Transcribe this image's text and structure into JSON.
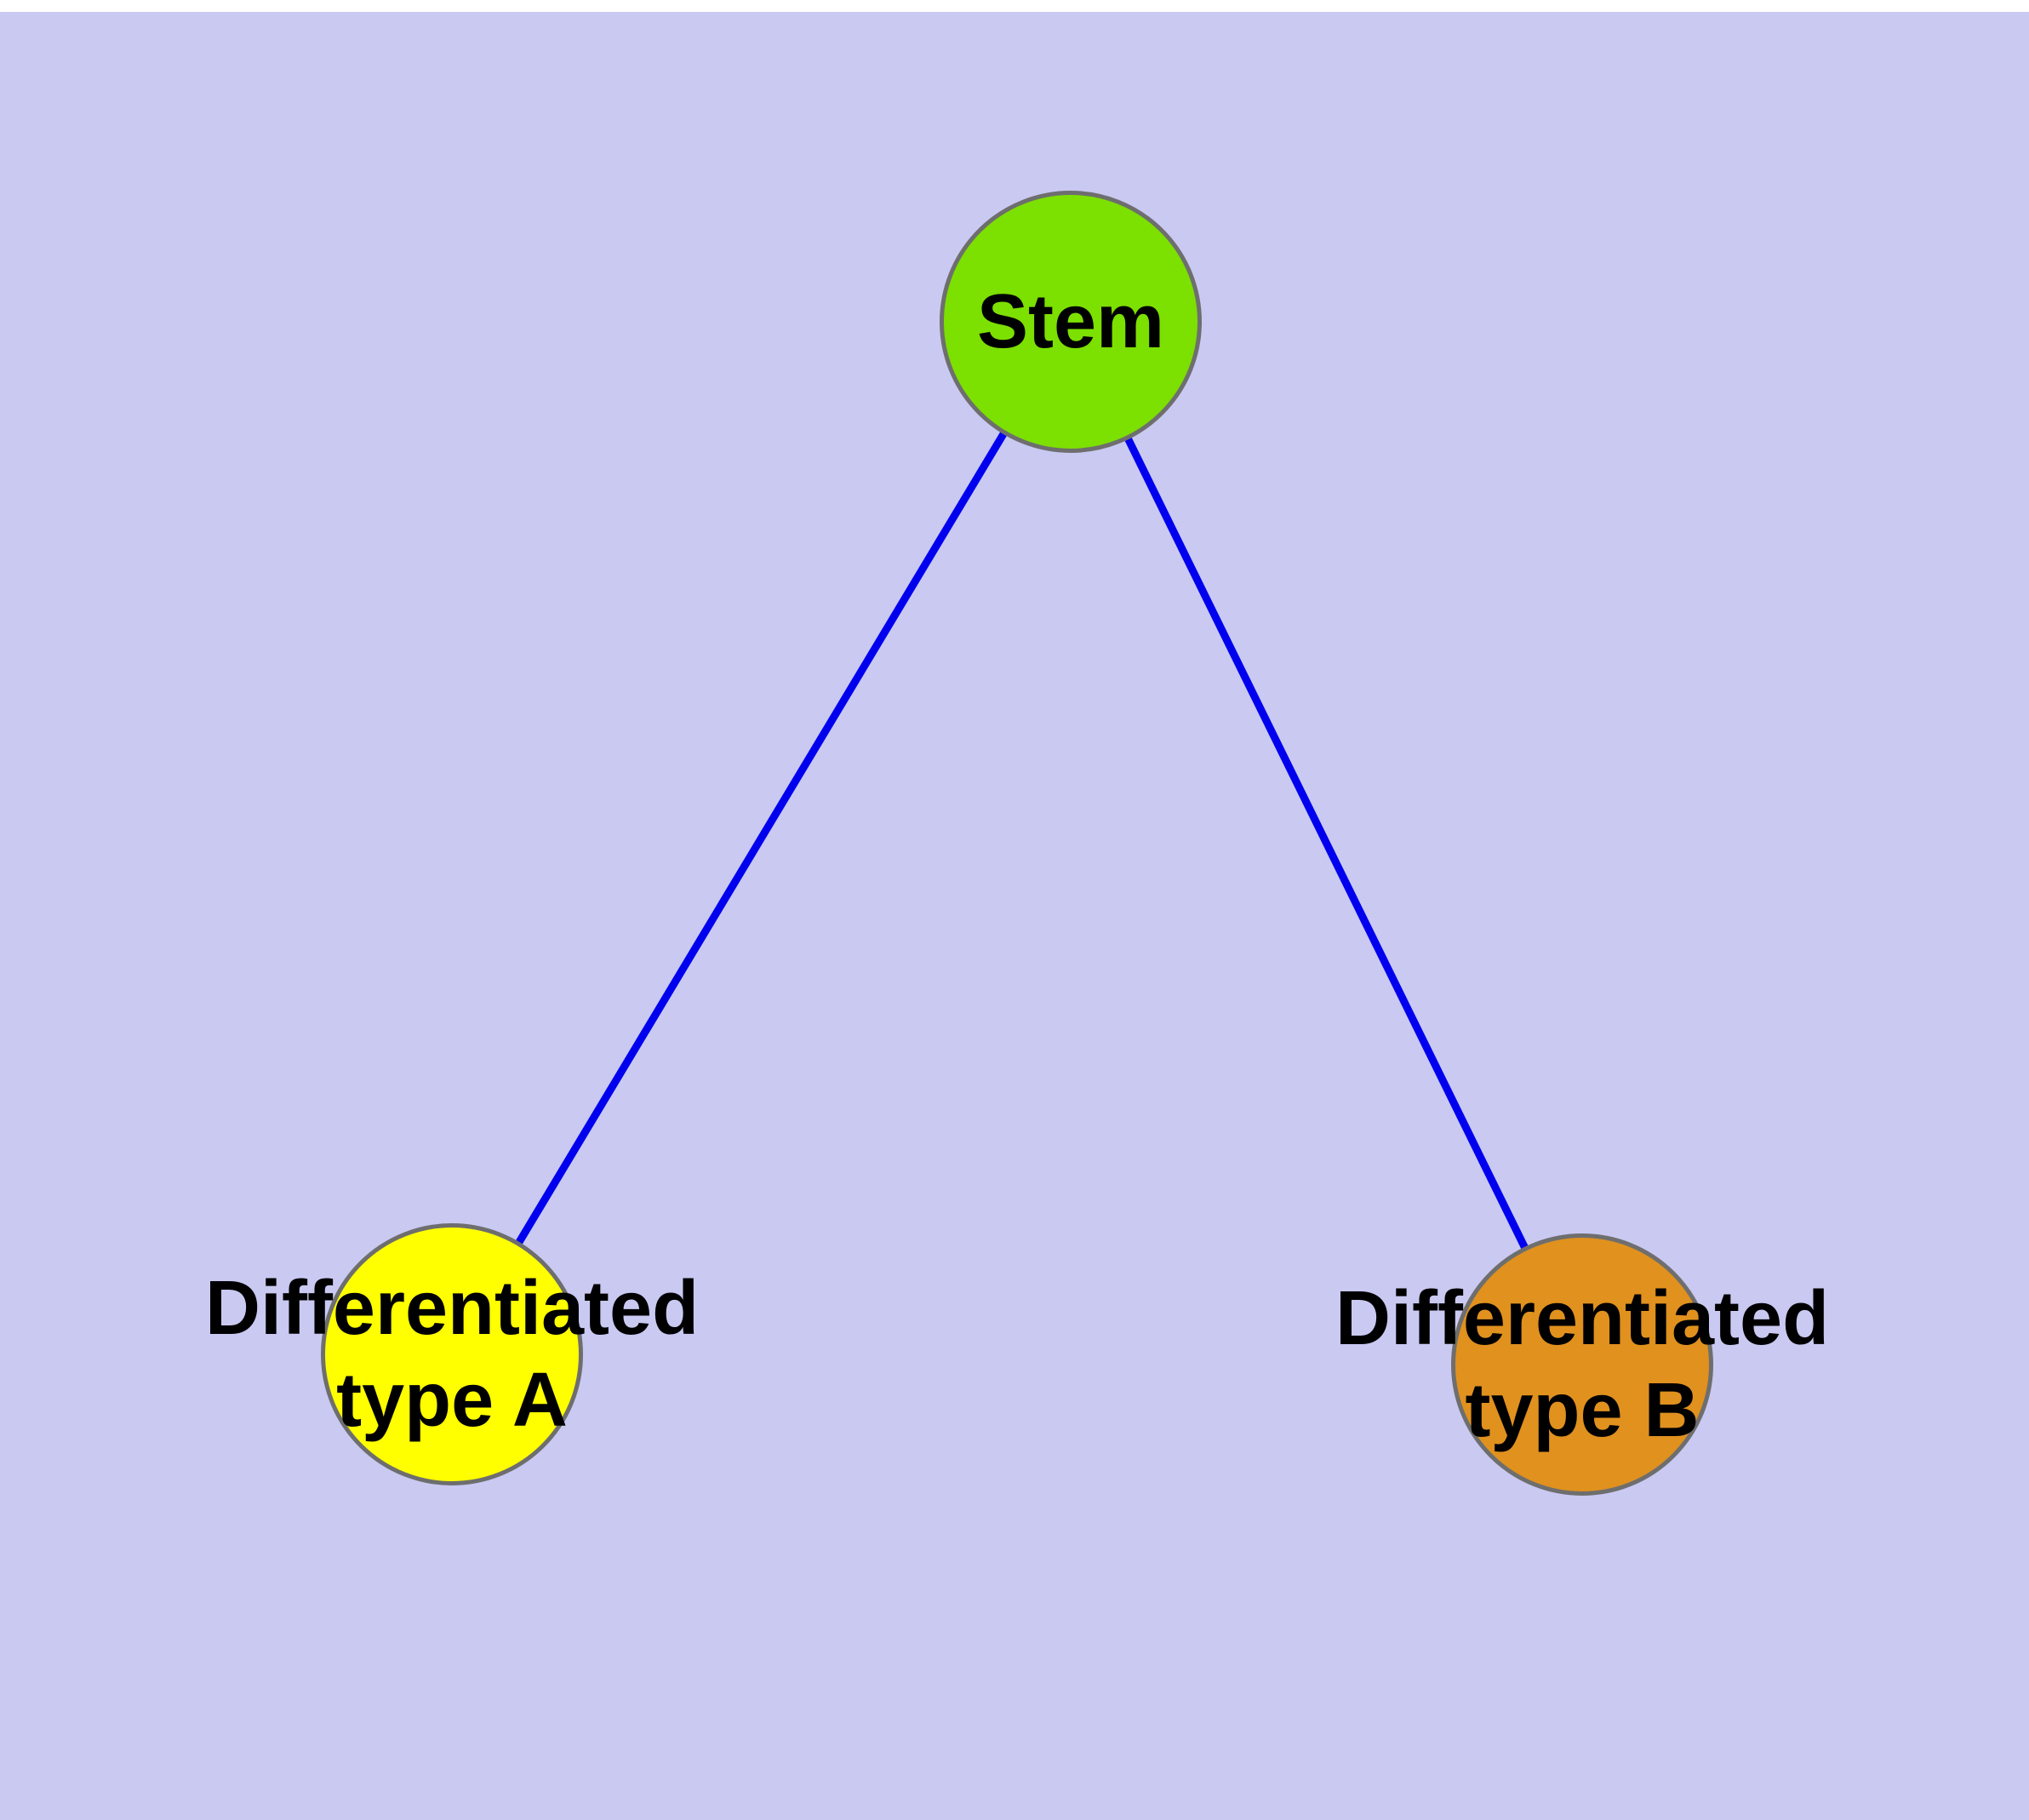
{
  "diagram": {
    "background_color": "#c9c9f2",
    "top_margin_color": "#ffffff",
    "edge_color": "#0000ee",
    "node_border_color": "#6e6e6e",
    "nodes": [
      {
        "id": "stem",
        "label": "Stem",
        "fill": "#7ce000"
      },
      {
        "id": "diff-a",
        "label": "Differentiated type A",
        "label_lines": [
          "Differentiated",
          "type A"
        ],
        "fill": "#ffff00"
      },
      {
        "id": "diff-b",
        "label": "Differentiated type B",
        "label_lines": [
          "Differentiated",
          "type B"
        ],
        "fill": "#e0911e"
      }
    ],
    "edges": [
      {
        "from": "Stem",
        "to": "Differentiated type A"
      },
      {
        "from": "Stem",
        "to": "Differentiated type B"
      }
    ]
  }
}
